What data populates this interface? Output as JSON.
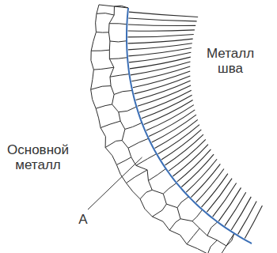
{
  "diagram": {
    "labels": [
      "Металл шва",
      "Основной металл",
      "A"
    ]
  }
}
